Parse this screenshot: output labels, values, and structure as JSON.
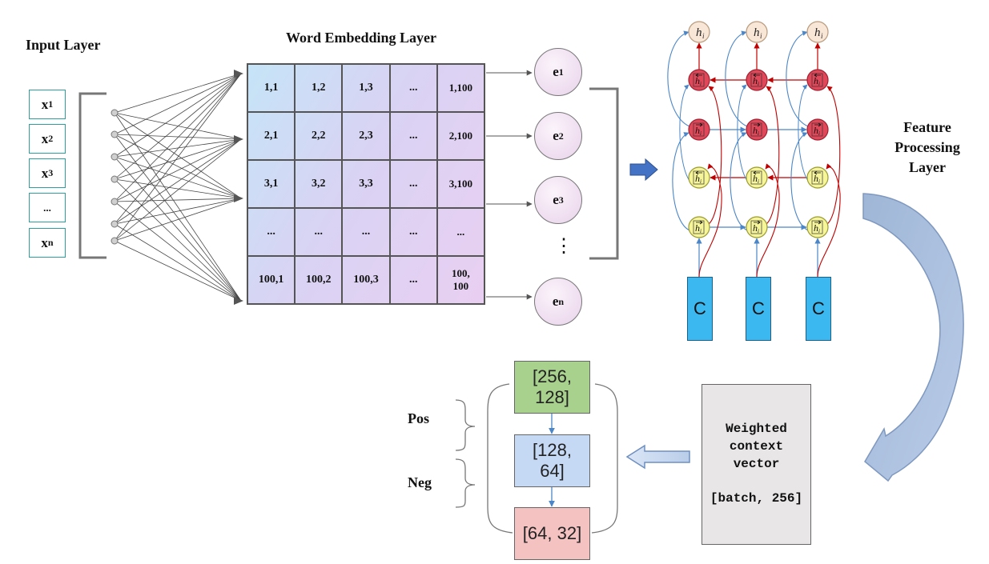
{
  "input_layer": {
    "title": "Input Layer",
    "items": [
      {
        "base": "x",
        "sub": "1"
      },
      {
        "base": "x",
        "sub": "2"
      },
      {
        "base": "x",
        "sub": "3"
      },
      {
        "base": "...",
        "sub": ""
      },
      {
        "base": "x",
        "sub": "n"
      }
    ]
  },
  "embedding_layer": {
    "title": "Word Embedding Layer",
    "rows": [
      [
        "1,1",
        "1,2",
        "1,3",
        "...",
        "1,100"
      ],
      [
        "2,1",
        "2,2",
        "2,3",
        "...",
        "2,100"
      ],
      [
        "3,1",
        "3,2",
        "3,3",
        "...",
        "3,100"
      ],
      [
        "...",
        "...",
        "...",
        "...",
        "..."
      ],
      [
        "100,1",
        "100,2",
        "100,3",
        "...",
        "100,\n100"
      ]
    ],
    "outputs": [
      {
        "base": "e",
        "sub": "1"
      },
      {
        "base": "e",
        "sub": "2"
      },
      {
        "base": "e",
        "sub": "3"
      },
      {
        "base": "e",
        "sub": "n"
      }
    ],
    "ellipsis": "⋮"
  },
  "feature_layer": {
    "title_lines": [
      "Feature",
      "Processing",
      "Layer"
    ],
    "node_label": "h",
    "node_sub": "i",
    "c_label": "C",
    "colors": {
      "output": "#f8e6d6",
      "red": "#e0485a",
      "yellow": "#f6f59a",
      "cbar": "#3bb8ef"
    }
  },
  "weighted_box": {
    "lines": [
      "Weighted",
      "context",
      "vector"
    ],
    "shape": "[batch, 256]"
  },
  "dense_layers": {
    "pos_label": "Pos",
    "neg_label": "Neg",
    "boxes": [
      {
        "text": "[256,\n128]",
        "color": "#a9d18e"
      },
      {
        "text": "[128,\n64]",
        "color": "#c5d8f4"
      },
      {
        "text": "[64, 32]",
        "color": "#f4c3c1"
      }
    ]
  }
}
